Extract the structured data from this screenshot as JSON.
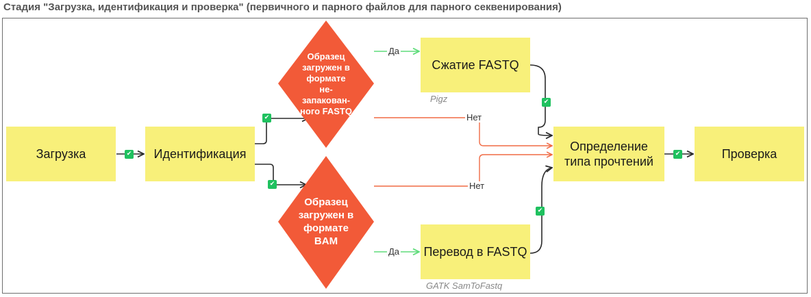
{
  "title": "Стадия \"Загрузка, идентификация и проверка\" (первичного и парного файлов для парного секвенирования)",
  "nodes": {
    "upload": "Загрузка",
    "identify": "Идентификация",
    "decision_fastq": "Образец загружен в формате не-запакован-ного FASTQ",
    "decision_bam": "Образец загружен в формате BAM",
    "compress": "Сжатие FASTQ",
    "convert": "Перевод в FASTQ",
    "readtype": "Определение типа прочтений",
    "check": "Проверка"
  },
  "tools": {
    "compress": "Pigz",
    "convert": "GATK SamToFastq"
  },
  "edge_labels": {
    "yes_top": "Да",
    "no_top": "Нет",
    "no_bottom": "Нет",
    "yes_bottom": "Да"
  },
  "colors": {
    "box_fill": "#f8f07a",
    "decision_fill": "#f25a38",
    "edge_dark": "#2b2b2b",
    "edge_yes": "#5fdc7a",
    "edge_no": "#f06a44",
    "check_badge": "#1fc15f"
  }
}
